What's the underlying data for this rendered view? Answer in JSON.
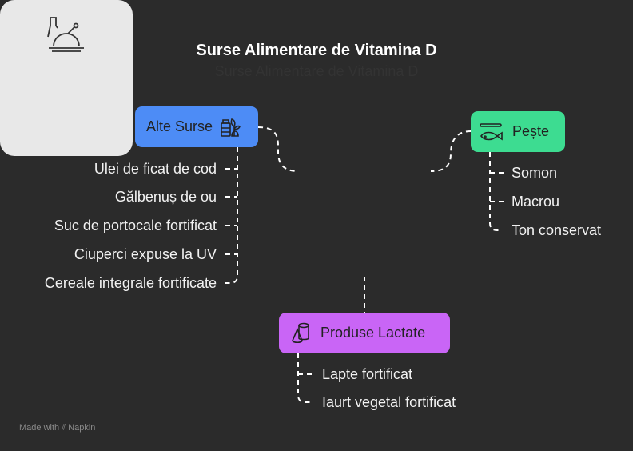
{
  "title": "Surse Alimentare de Vitamina D",
  "center": {
    "label": "Surse Alimentare de Vitamina D",
    "icon": "food-plate-bottle-icon"
  },
  "branches": {
    "alte": {
      "label": "Alte Surse",
      "icon": "mixed-foods-icon",
      "color": "#4d8cf6",
      "items": [
        "Ulei de ficat de cod",
        "Gălbenuș de ou",
        "Suc de portocale fortificat",
        "Ciuperci expuse la UV",
        "Cereale integrale fortificate"
      ]
    },
    "peste": {
      "label": "Pește",
      "icon": "fish-icon",
      "color": "#3ddc91",
      "items": [
        "Somon",
        "Macrou",
        "Ton conservat"
      ]
    },
    "lactate": {
      "label": "Produse Lactate",
      "icon": "dairy-icon",
      "color": "#c965f6",
      "items": [
        "Lapte fortificat",
        "Iaurt vegetal fortificat"
      ]
    }
  },
  "footer": {
    "made_with": "Made with",
    "brand": "Napkin"
  }
}
